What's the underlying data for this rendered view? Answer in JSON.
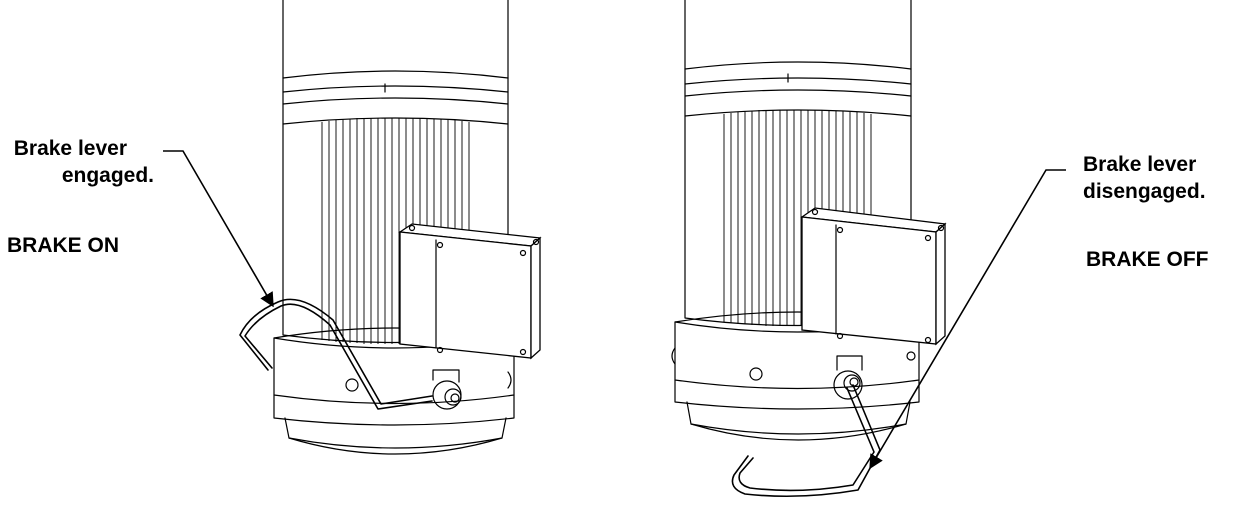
{
  "left": {
    "callout_line1": "Brake lever",
    "callout_line2": "engaged.",
    "state": "BRAKE ON"
  },
  "right": {
    "callout_line1": "Brake lever",
    "callout_line2": "disengaged.",
    "state": "BRAKE OFF"
  }
}
